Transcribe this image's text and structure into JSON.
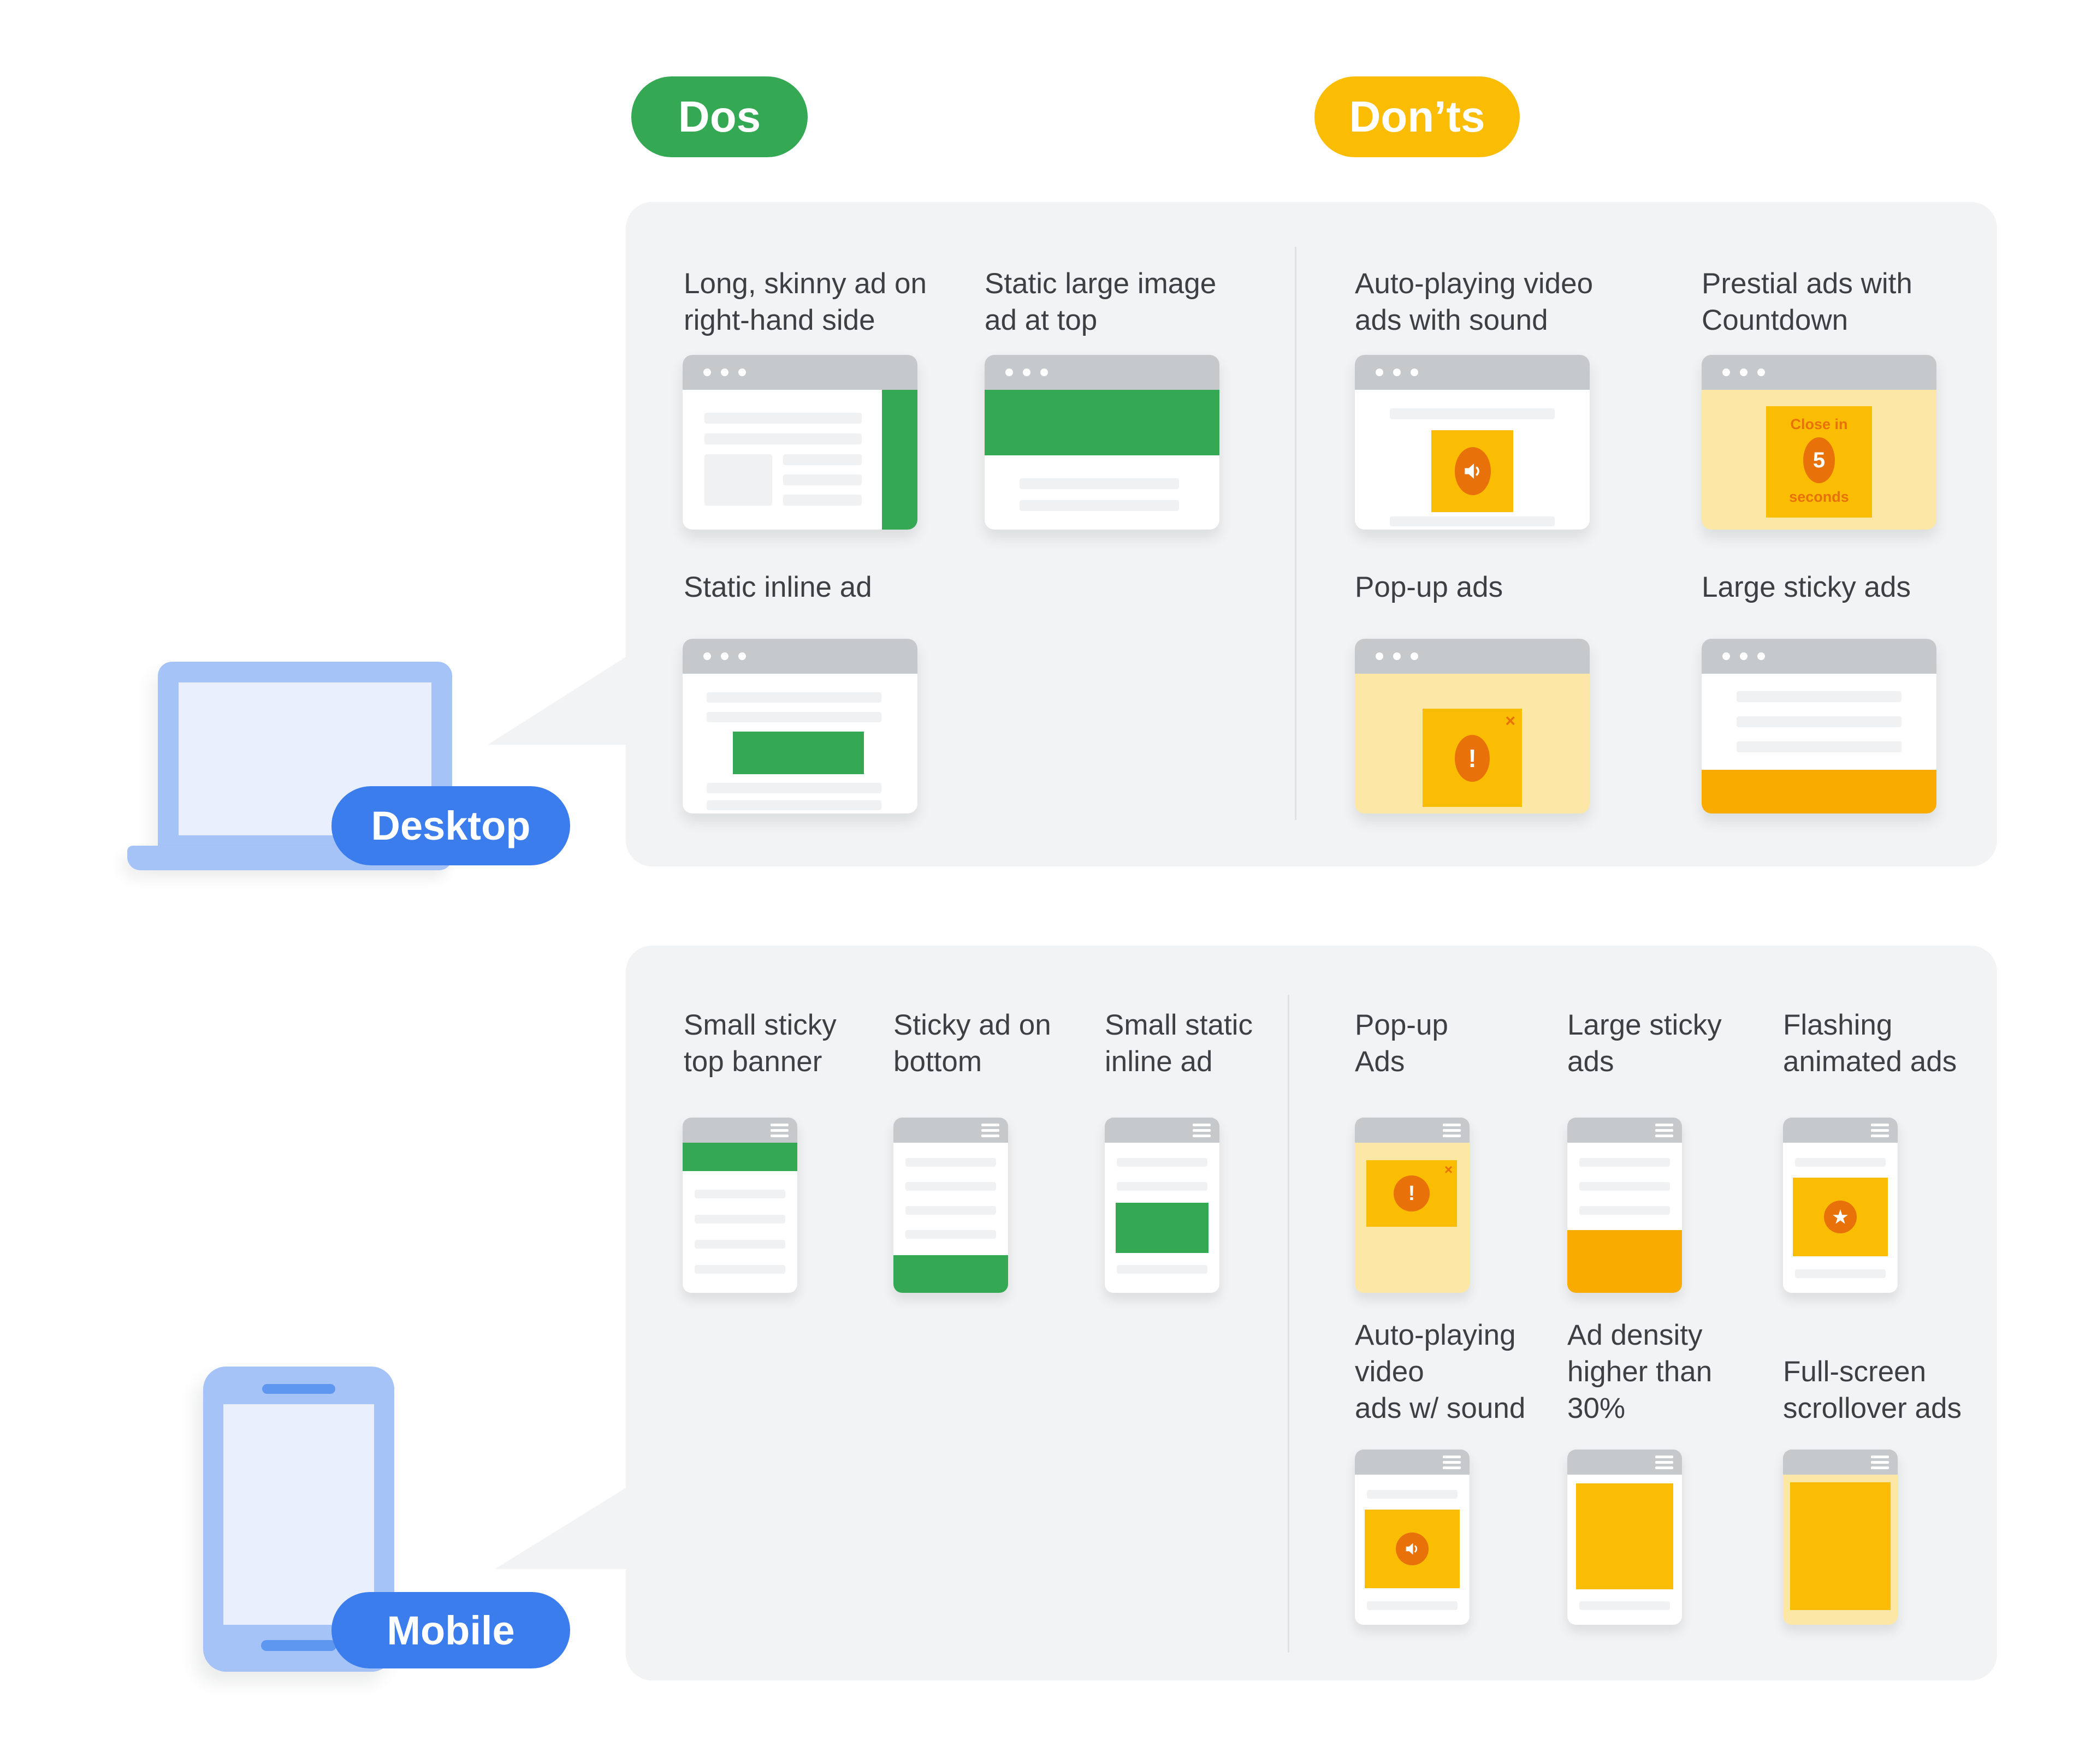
{
  "badges": {
    "dos": "Dos",
    "donts": "Don’ts"
  },
  "device_labels": {
    "desktop": "Desktop",
    "mobile": "Mobile"
  },
  "glyphs": {
    "close": "×",
    "alert": "!",
    "star": "★"
  },
  "desktop": {
    "dos": [
      {
        "label": "Long, skinny ad on\nright-hand side"
      },
      {
        "label": "Static large image\nad at top"
      },
      {
        "label": "Static inline ad"
      }
    ],
    "donts": [
      {
        "label": "Auto-playing video\nads with sound"
      },
      {
        "label": "Prestial ads with\nCountdown",
        "countdown_line1": "Close in",
        "countdown_number": "5",
        "countdown_line2": "seconds"
      },
      {
        "label": "Pop-up ads"
      },
      {
        "label": "Large sticky ads"
      }
    ]
  },
  "mobile": {
    "dos": [
      {
        "label": "Small sticky\ntop banner"
      },
      {
        "label": "Sticky ad on\nbottom"
      },
      {
        "label": "Small static\ninline ad"
      }
    ],
    "donts": [
      {
        "label": "Pop-up\nAds"
      },
      {
        "label": "Large sticky\nads"
      },
      {
        "label": "Flashing\nanimated ads"
      },
      {
        "label": "Auto-playing\nvideo\nads w/ sound"
      },
      {
        "label": "Ad density\nhigher than\n30%"
      },
      {
        "label": "Full-screen\nscrollover ads"
      }
    ]
  },
  "colors": {
    "green": "#34A853",
    "yellow": "#FBBC04",
    "deep_yellow": "#F9AB00",
    "pale_yellow": "#FCE7A6",
    "orange": "#E8710A",
    "accent_blue": "#3C7DED",
    "device_blue": "#A6C3F7",
    "device_screen": "#E9EFFC",
    "panel_gray": "#F1F3F4",
    "header_gray": "#C6C9CC",
    "text_gray": "#3C4043"
  }
}
